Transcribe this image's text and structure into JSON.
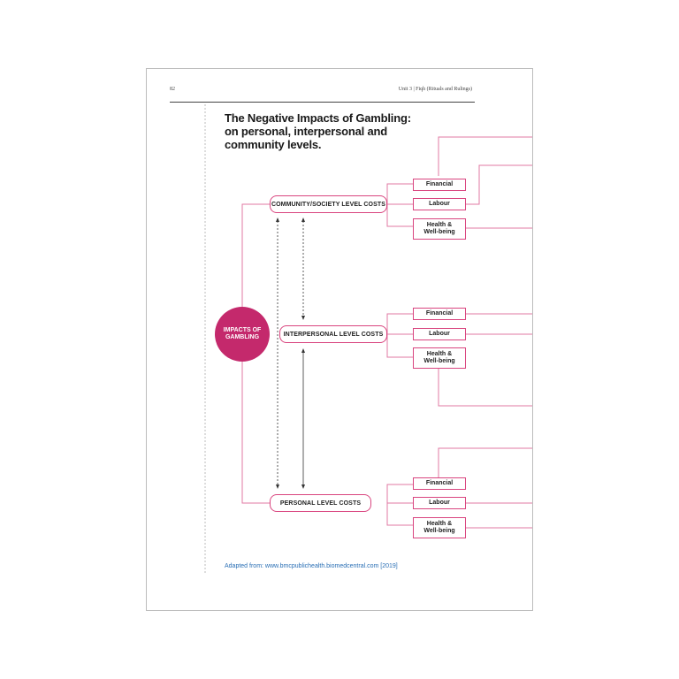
{
  "header": {
    "page_number": "82",
    "running_title": "Unit 3 | Fiqh (Rituals and Rulings)"
  },
  "title": {
    "line1": "The Negative Impacts of Gambling:",
    "line2": "on personal, interpersonal and",
    "line3": "community levels."
  },
  "diagram": {
    "center_label": "IMPACTS OF GAMBLING",
    "levels": [
      {
        "label": "COMMUNITY/SOCIETY LEVEL COSTS",
        "items": [
          "Financial",
          "Labour",
          "Health & Well-being"
        ]
      },
      {
        "label": "INTERPERSONAL LEVEL COSTS",
        "items": [
          "Financial",
          "Labour",
          "Health & Well-being"
        ]
      },
      {
        "label": "PERSONAL LEVEL COSTS",
        "items": [
          "Financial",
          "Labour",
          "Health & Well-being"
        ]
      }
    ],
    "accent_color": "#d9457f",
    "center_color": "#c4296c"
  },
  "source": "Adapted from: www.bmcpublichealth.biomedcentral.com [2019]"
}
